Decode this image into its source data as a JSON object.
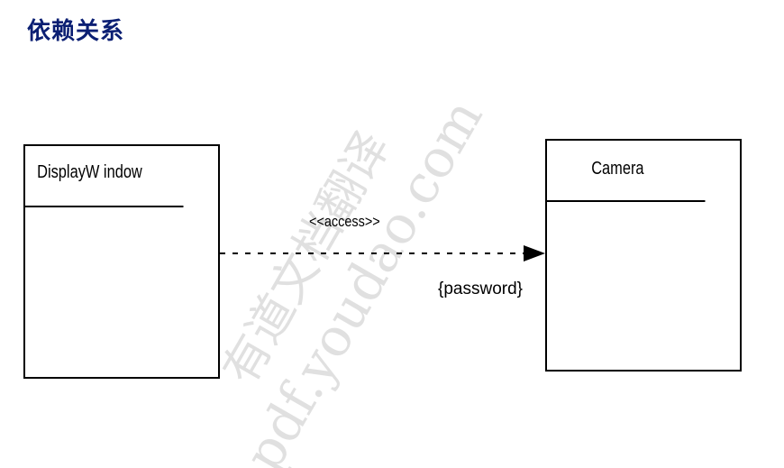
{
  "title": "依赖关系",
  "classes": {
    "display_window": {
      "name": "DisplayW indow"
    },
    "camera": {
      "name": "Camera"
    }
  },
  "dependency": {
    "stereotype": "<<access>>",
    "constraint": "{password}",
    "line_style": "dashed",
    "arrow": "filled-triangle"
  },
  "watermark": {
    "line1": "有道文档翻译",
    "line2": "pdf.youdao.com"
  },
  "colors": {
    "title": "#0b1f73",
    "lines": "#000000",
    "watermark": "#c8c8c8"
  }
}
